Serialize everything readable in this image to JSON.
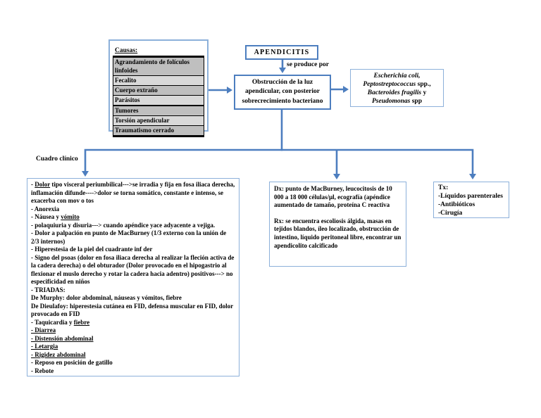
{
  "palette": {
    "arrow": "#4d7ebf",
    "box_border_dark": "#4d7ebf",
    "box_border_light": "#8cb0da",
    "table_row_dark": "#bfbfbf",
    "table_row_light": "#d9d9d9"
  },
  "causes": {
    "title": "Causas:",
    "items": [
      "Agrandamiento de folículos linfoides",
      "Fecalito",
      "Cuerpo extraño",
      "Parásitos",
      "Tumores",
      "Torsión apendicular",
      "Traumatismo cerrado"
    ]
  },
  "title_box": {
    "label": "APENDICITIS"
  },
  "produce_label": "se produce por",
  "obstruction": {
    "text": "Obstrucción de la luz apendicular, con posterior sobrecrecimiento bacteriano"
  },
  "bacteria": {
    "lines": [
      [
        {
          "t": "Escherichia coli,",
          "i": 1
        }
      ],
      [
        {
          "t": "Peptostreptococcus",
          "i": 1
        },
        {
          "t": " spp.,"
        }
      ],
      [
        {
          "t": "Bacteroides fragilis",
          "i": 1
        },
        {
          "t": " y"
        }
      ],
      [
        {
          "t": "Pseudomonas",
          "i": 1
        },
        {
          "t": " spp"
        }
      ]
    ]
  },
  "clinical_label": "Cuadro clínico",
  "symptoms": {
    "lines": [
      [
        {
          "t": "- "
        },
        {
          "t": "Dolor",
          "u": 1
        },
        {
          "t": " tipo visceral periumbilical--->se irradia y fija en fosa iliaca derecha, inflamación difunde---->dolor se torna somático, constante e intenso, se exacerba con mov o tos"
        }
      ],
      [
        {
          "t": "- Anorexia"
        }
      ],
      [
        {
          "t": "- Náusea y "
        },
        {
          "t": "vómito",
          "u": 1
        }
      ],
      [
        {
          "t": "- polaquiuria y disuria---> cuando apéndice yace adyacente a vejiga."
        }
      ],
      [
        {
          "t": "- Dolor a palpación en punto de MacBurney (1/3 externo con la unión de 2/3 internos)"
        }
      ],
      [
        {
          "t": "- Hiperestesia de la piel del cuadrante inf der"
        }
      ],
      [
        {
          "t": "- Signo del psoas (dolor en fosa iliaca derecha al realizar la fleción activa de la cadera derecha) o del obturador (Dolor provocado en el hipogastrio al flexionar el muslo derecho y rotar la cadera hacia adentro) positivos---> no especificidad en niños"
        }
      ],
      [
        {
          "t": "- TRIADAS:"
        }
      ],
      [
        {
          "t": "De Murphy: dolor abdominal, náuseas y vómitos, fiebre"
        }
      ],
      [
        {
          "t": "De Dieulafoy: hiperestesia cutánea en FID, defensa muscular en FID, dolor provocado en FID"
        }
      ],
      [
        {
          "t": "- Taquicardia y "
        },
        {
          "t": "fiebre",
          "u": 1
        }
      ],
      [
        {
          "t": "- Diarrea",
          "u": 1
        }
      ],
      [
        {
          "t": "- Distensión abdominal",
          "u": 1
        }
      ],
      [
        {
          "t": "- Letargia",
          "u": 1
        }
      ],
      [
        {
          "t": "- Rigidez abdominal",
          "u": 1
        }
      ],
      [
        {
          "t": "- Reposo en posición de gatillo"
        }
      ],
      [
        {
          "t": "- Rebote"
        }
      ]
    ]
  },
  "diagnosis": {
    "paragraphs": [
      "Dx: punto de MacBurney, leucocitosis de 10 000 a 18 000 células/µl, ecografía (apéndice aumentado de tamaño, proteína C reactiva",
      "Rx: se encuentra escoliosis álgida, masas en tejidos blandos, íleo localizado, obstrucción de intestino, líquido peritoneal libre, encontrar un apendicolito calcificado"
    ]
  },
  "treatment": {
    "lines": [
      "Tx:",
      "-Líquidos parenterales",
      "-Antibióticos",
      "-Cirugía"
    ]
  }
}
